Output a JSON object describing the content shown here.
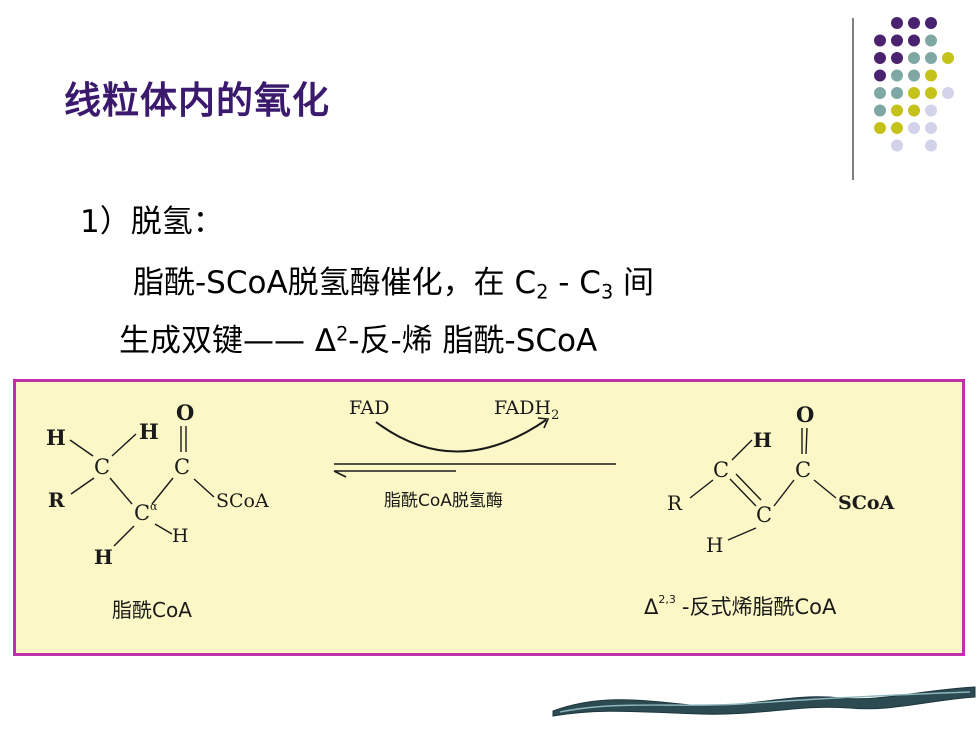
{
  "slide": {
    "title": "线粒体内的氧化",
    "line1": "1）脱氢：",
    "line2_a": "脂酰-SCoA脱氢酶催化，在 C",
    "line2_sub1": "2",
    "line2_b": " - C",
    "line2_sub2": "3",
    "line2_c": " 间",
    "line3_a": "生成双键—— Δ",
    "line3_sup": "2",
    "line3_b": "-反-烯 脂酰-SCoA"
  },
  "figure": {
    "left_labels": {
      "h1": "H",
      "h2": "H",
      "o": "O",
      "c1": "C",
      "c2": "C",
      "r": "R",
      "ca": "C",
      "alpha": "α",
      "scoa": "SCoA",
      "h3": "H",
      "h4": "H"
    },
    "left_name": "脂酰CoA",
    "fad": "FAD",
    "fadh2_main": "FADH",
    "fadh2_sub": "2",
    "enzyme": "脂酰CoA脱氢酶",
    "right_labels": {
      "h1": "H",
      "o": "O",
      "c1": "C",
      "c2": "C",
      "r": "R",
      "c3": "C",
      "scoa": "SCoA",
      "h2": "H"
    },
    "right_name_delta": "Δ",
    "right_name_sup": "2,3",
    "right_name": "-反式烯脂酰CoA"
  },
  "colors": {
    "title": "#3b1a6e",
    "border": "#c030a8",
    "figure_bg": "#fbf7c6",
    "dot_purple": "#4b2270",
    "dot_teal": "#7fa8a4",
    "dot_yellow": "#c6c21c",
    "dot_lavender": "#d2d2ea"
  }
}
